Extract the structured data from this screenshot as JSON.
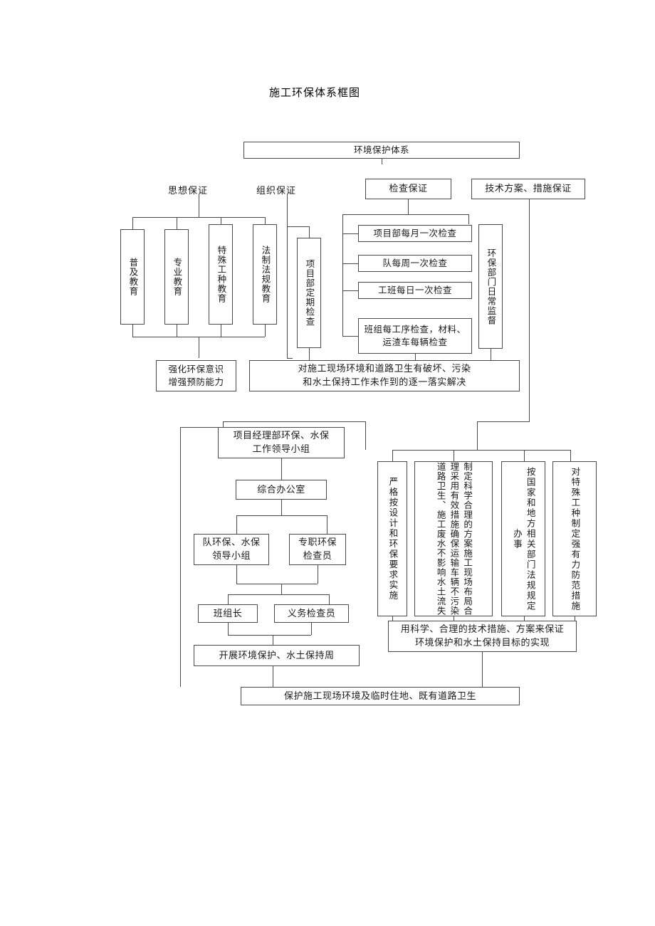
{
  "document": {
    "title": "施工环保体系框图"
  },
  "diagram": {
    "type": "flowchart",
    "root": "环境保护体系",
    "upper": {
      "pillars": [
        {
          "label": "思想保证",
          "boxed": false
        },
        {
          "label": "组织保证",
          "boxed": false
        },
        {
          "label": "检查保证",
          "boxed": true
        },
        {
          "label": "技术方案、措施保证",
          "boxed": true
        }
      ],
      "education_boxes": [
        "普及教育",
        "专业教育",
        "特殊工种教育",
        "法制法规教育"
      ],
      "org_box": "项目部定期检查",
      "inspection_boxes": [
        "项目部每月一次检查",
        "队每周一次检查",
        "工班每日一次检查",
        "班组每工序检查，材料、运渣车每辆检查"
      ],
      "supervision_box": "环保部门日常监督",
      "outcome_left": "强化环保意识\n增强预防能力",
      "outcome_left_line1": "强化环保意识",
      "outcome_left_line2": "增强预防能力",
      "outcome_right_line1": "对施工现场环境和道路卫生有破坏、污染",
      "outcome_right_line2": "和水土保持工作未作到的逐一落实解决"
    },
    "lower": {
      "left_chain": [
        {
          "name": "项目经理部环保、水保工作领导小组",
          "line1": "项目经理部环保、水保",
          "line2": "工作领导小组"
        },
        {
          "name": "综合办公室"
        },
        {
          "name": "队环保、水保领导小组",
          "line1": "队环保、水保",
          "line2": "领导小组"
        },
        {
          "name": "专职环保检查员",
          "line1": "专职环保",
          "line2": "检查员"
        },
        {
          "name": "班组长"
        },
        {
          "name": "义务检查员"
        },
        {
          "name": "开展环境保护、水土保持周"
        }
      ],
      "right_columns": [
        "严格按设计和环保要求实施",
        "制定科学合理的方案施工现场布局合理采用有效措施确保运输车辆不污染道路卫生、施工废水不影响水土流失",
        "按国家和地方相关部门法规规定办事",
        "对特殊工种制定强有力防范措施"
      ],
      "right_summary_line1": "用科学、合理的技术措施、方案来保证",
      "right_summary_line2": "环境保护和水土保持目标的实现",
      "bottom_bar": "保护施工现场环境及临时住地、既有道路卫生"
    }
  },
  "style": {
    "line_color": "#4a4a4a",
    "text_color": "#1a1a1a",
    "background": "#ffffff"
  }
}
